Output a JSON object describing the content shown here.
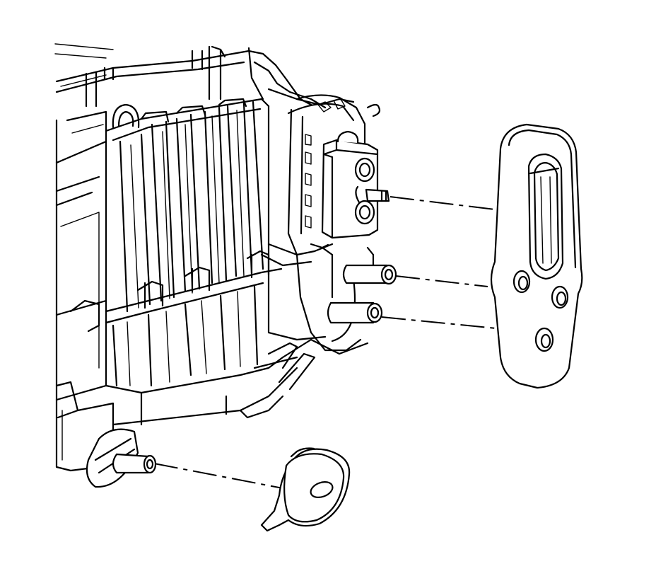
{
  "diagram": {
    "stroke_color": "#000000",
    "background_color": "#ffffff",
    "parts": [
      "hvac-module-housing",
      "evaporator-core",
      "expansion-valve",
      "evaporator-tube-seal",
      "drain-seal"
    ]
  }
}
